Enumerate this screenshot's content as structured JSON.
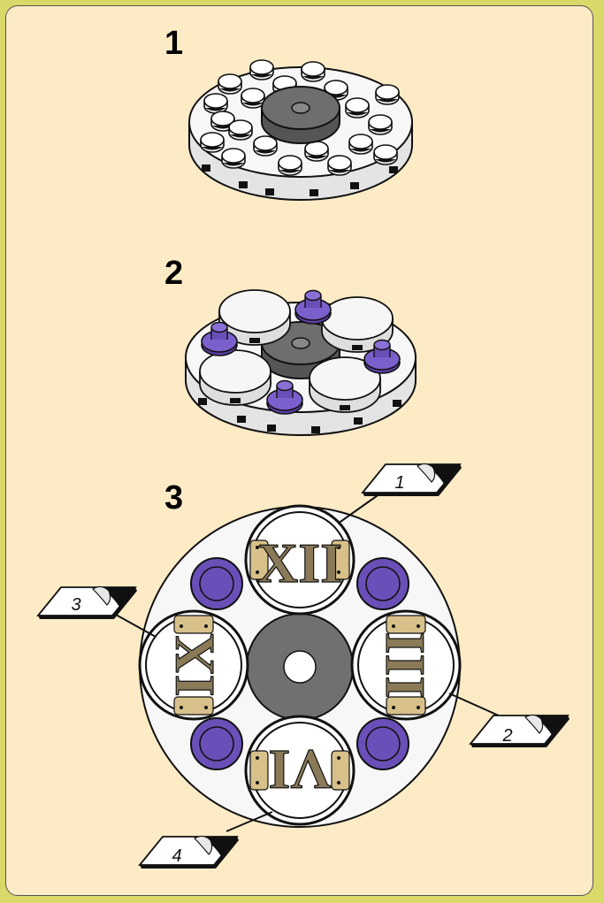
{
  "steps": [
    {
      "label": "1"
    },
    {
      "label": "2"
    },
    {
      "label": "3"
    }
  ],
  "stickers": [
    {
      "number": "1",
      "numeral": "XII"
    },
    {
      "number": "2",
      "numeral": "III"
    },
    {
      "number": "3",
      "numeral": "IX"
    },
    {
      "number": "4",
      "numeral": "VI"
    }
  ],
  "colors": {
    "background": "#d9d96a",
    "panel": "#fdebc6",
    "plate": "#f2f2f2",
    "hub": "#6e6e6e",
    "purple": "#6a4fb8",
    "numeral": "#8b7a58",
    "bracket": "#d8c08a"
  }
}
